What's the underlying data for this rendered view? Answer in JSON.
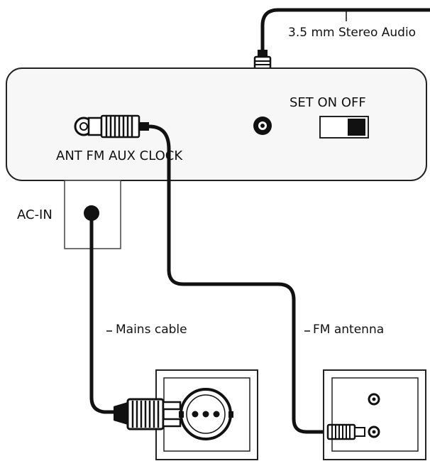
{
  "labels": {
    "audio_cable": "3.5 mm Stereo Audio",
    "switch_label": "SET ON OFF",
    "ports_label": "ANT FM AUX CLOCK",
    "ac_in": "AC-IN",
    "mains_cable": "Mains cable",
    "fm_antenna": "FM antenna"
  },
  "switch": {
    "position": "OFF"
  }
}
